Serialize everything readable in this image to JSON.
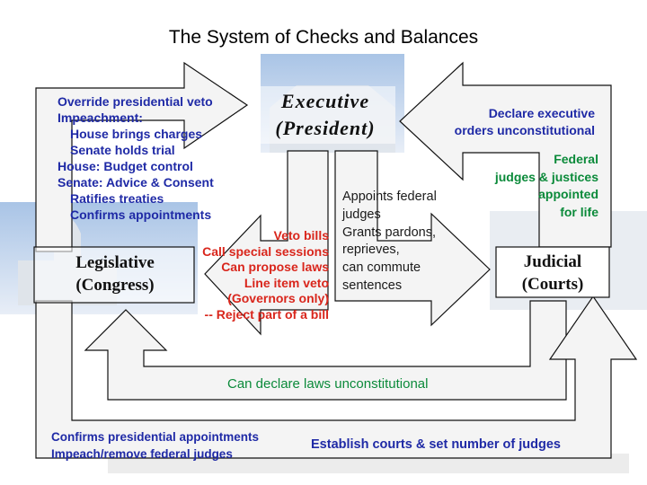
{
  "title": "The System of Checks and Balances",
  "branches": {
    "executive": [
      "Executive",
      "(President)"
    ],
    "legislative": [
      "Legislative",
      "(Congress)"
    ],
    "judicial": [
      "Judicial",
      "(Courts)"
    ]
  },
  "legislative_checks_on_executive": [
    "Override presidential veto",
    "Impeachment:",
    "House brings charges",
    "Senate holds trial",
    "House: Budget control",
    "Senate: Advice & Consent",
    "Ratifies treaties",
    "Confirms appointments"
  ],
  "judicial_checks_on_executive": [
    "Declare executive",
    "orders unconstitutional"
  ],
  "executive_checks_on_judicial": [
    "Federal",
    "judges & justices",
    "appointed",
    "for life"
  ],
  "executive_checks_on_legislative": [
    "Veto bills",
    "Call special sessions",
    "Can propose laws",
    "Line item veto",
    "(Governors only)",
    "-- Reject part of a bill"
  ],
  "executive_checks_on_judicial_2": [
    "Appoints federal",
    "judges",
    "Grants pardons,",
    "reprieves,",
    "can commute",
    "sentences"
  ],
  "judicial_checks_on_legislative": "Can declare laws unconstitutional",
  "legislative_checks_on_judicial": [
    "Confirms presidential appointments",
    "Impeach/remove federal judges"
  ],
  "legislative_establishes_courts": "Establish courts & set number of judges",
  "colors": {
    "blue": "#1f2aa6",
    "red": "#d9261c",
    "green": "#0b8a3a",
    "arrow_fill": "#f4f4f4",
    "arrow_stroke": "#111111"
  }
}
